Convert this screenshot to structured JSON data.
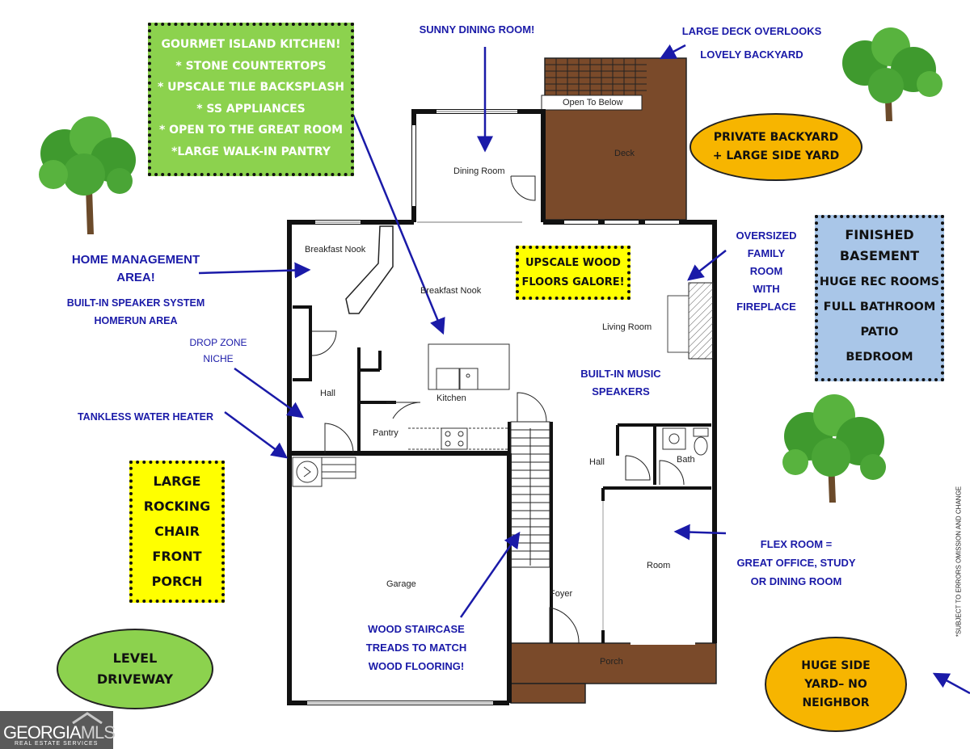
{
  "callouts": {
    "kitchen": {
      "title": "GOURMET ISLAND KITCHEN!",
      "lines": [
        "* STONE COUNTERTOPS",
        "* UPSCALE TILE BACKSPLASH",
        "* SS APPLIANCES",
        "* OPEN TO THE GREAT ROOM",
        "*LARGE WALK-IN PANTRY"
      ],
      "bg": "#8cd24e"
    },
    "dining": "SUNNY DINING ROOM!",
    "deck": [
      "LARGE DECK OVERLOOKS",
      "LOVELY  BACKYARD"
    ],
    "backyard": [
      "PRIVATE BACKYARD",
      "+ LARGE SIDE YARD"
    ],
    "home_mgmt": [
      "HOME MANAGEMENT",
      "AREA!"
    ],
    "speaker": [
      "BUILT-IN SPEAKER SYSTEM",
      "HOMERUN AREA"
    ],
    "drop_zone": [
      "DROP ZONE",
      "NICHE"
    ],
    "water_heater": "TANKLESS WATER HEATER",
    "floors": [
      "UPSCALE WOOD",
      "FLOORS GALORE!"
    ],
    "family_room": [
      "OVERSIZED",
      "FAMILY",
      "ROOM",
      "WITH",
      "FIREPLACE"
    ],
    "basement": {
      "title": [
        "FINISHED",
        "BASEMENT"
      ],
      "lines": [
        "HUGE REC ROOMS",
        "FULL BATHROOM",
        "PATIO",
        "BEDROOM"
      ],
      "bg": "#a9c6e8"
    },
    "music": [
      "BUILT-IN MUSIC",
      "SPEAKERS"
    ],
    "porch": [
      "LARGE",
      "ROCKING",
      "CHAIR",
      "FRONT",
      "PORCH"
    ],
    "flex": [
      "FLEX ROOM =",
      "GREAT OFFICE, STUDY",
      "OR DINING ROOM"
    ],
    "staircase": [
      "WOOD STAIRCASE",
      "TREADS TO MATCH",
      "WOOD FLOORING!"
    ],
    "driveway": [
      "LEVEL",
      "DRIVEWAY"
    ],
    "side_yard": [
      "HUGE SIDE",
      "YARD– NO",
      "NEIGHBOR"
    ]
  },
  "rooms": {
    "open_to_below": "Open To Below",
    "deck": "Deck",
    "dining_room": "Dining Room",
    "breakfast_nook_1": "Breakfast Nook",
    "breakfast_nook_2": "Breakfast Nook",
    "living_room": "Living Room",
    "kitchen": "Kitchen",
    "hall_1": "Hall",
    "pantry": "Pantry",
    "hall_2": "Hall",
    "bath": "Bath",
    "room": "Room",
    "garage": "Garage",
    "foyer": "Foyer",
    "porch": "Porch"
  },
  "disclaimer": "*SUBJECT TO ERRORS OMISSION AND CHANGE",
  "logo": {
    "brand_a": "GEORGIA",
    "brand_b": "MLS",
    "tagline": "REAL ESTATE SERVICES"
  },
  "colors": {
    "callout_text": "#1a1aa8",
    "wood": "#7a4a2a",
    "yellow_box": "#ffff00",
    "orange_oval": "#f7b500",
    "green_oval": "#8cd24e",
    "tree": "#3f9a2e"
  }
}
